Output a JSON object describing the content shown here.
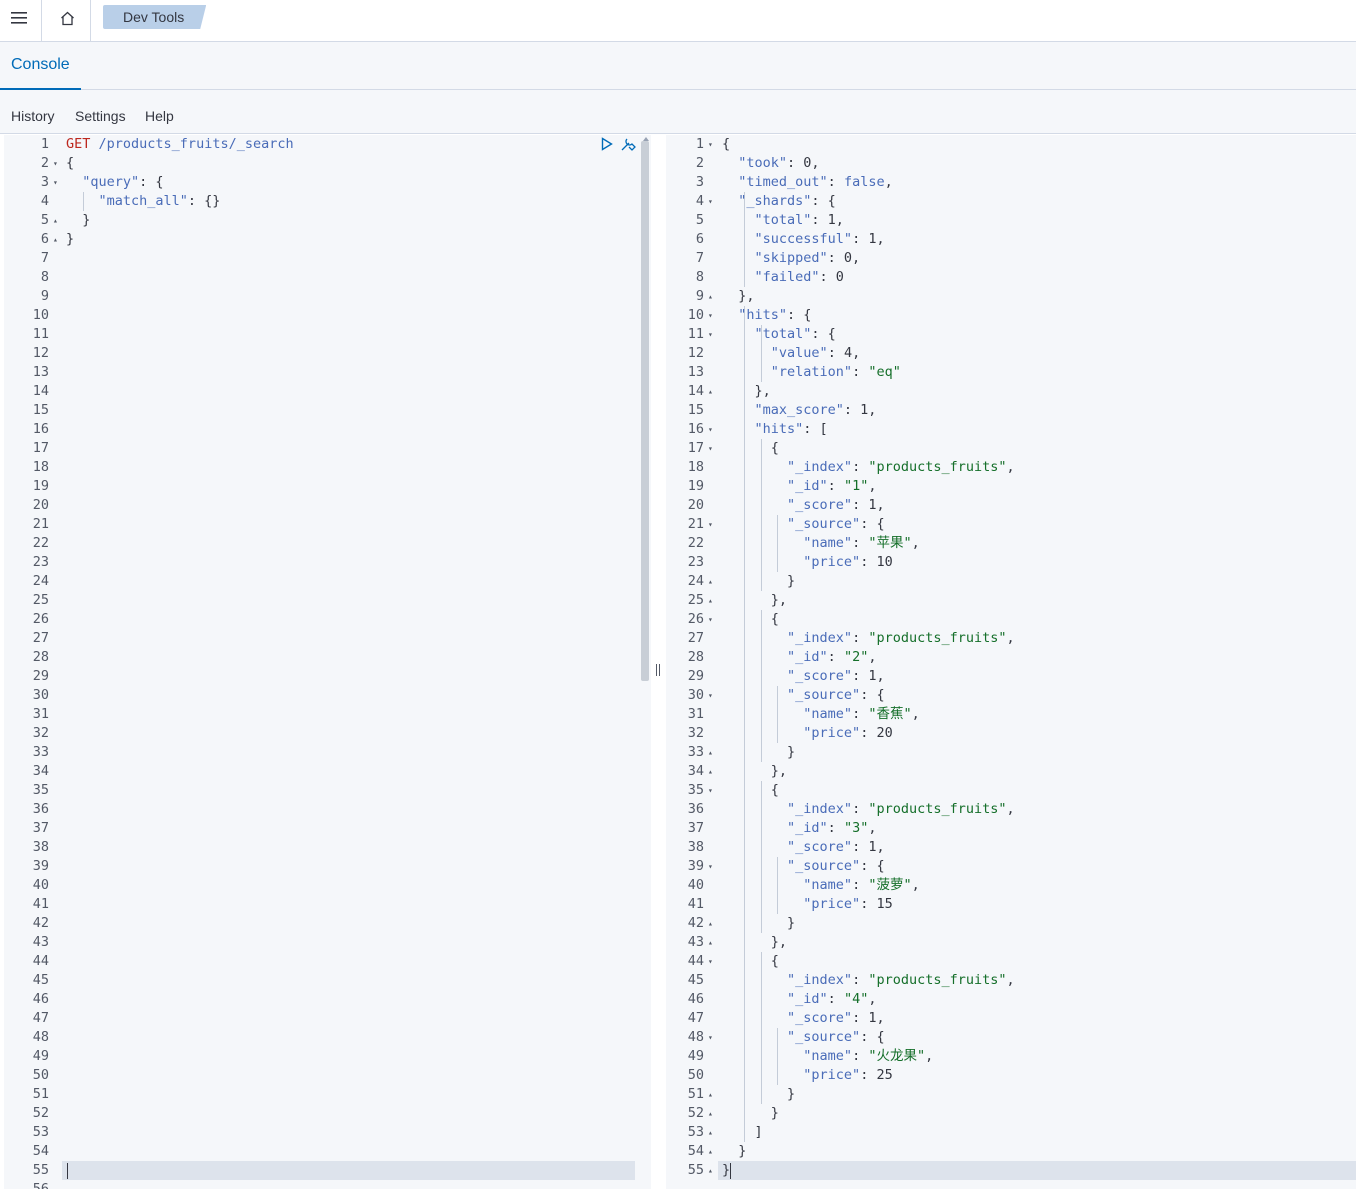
{
  "header": {
    "breadcrumb": "Dev Tools"
  },
  "tabs": [
    {
      "label": "Console"
    }
  ],
  "menu": {
    "history": "History",
    "settings": "Settings",
    "help": "Help"
  },
  "request": {
    "method": "GET",
    "path": "/products_fruits/_search",
    "line_count": 56,
    "lines": [
      [
        {
          "t": "kw",
          "v": "GET"
        },
        {
          "t": "n",
          "v": " "
        },
        {
          "t": "path",
          "v": "/products_fruits/_search"
        }
      ],
      [
        {
          "t": "n",
          "v": "{"
        }
      ],
      [
        {
          "t": "n",
          "v": "  "
        },
        {
          "t": "k",
          "v": "\"query\""
        },
        {
          "t": "n",
          "v": ": {"
        }
      ],
      [
        {
          "t": "n",
          "v": "    "
        },
        {
          "t": "k",
          "v": "\"match_all\""
        },
        {
          "t": "n",
          "v": ": {}"
        }
      ],
      [
        {
          "t": "n",
          "v": "  }"
        }
      ],
      [
        {
          "t": "n",
          "v": "}"
        }
      ]
    ],
    "folds": {
      "2": "down",
      "3": "down",
      "5": "up",
      "6": "up"
    },
    "active_line": 55
  },
  "response": {
    "line_count": 55,
    "lines": [
      [
        {
          "t": "n",
          "v": "{"
        }
      ],
      [
        {
          "t": "n",
          "v": "  "
        },
        {
          "t": "k",
          "v": "\"took\""
        },
        {
          "t": "n",
          "v": ": 0,"
        }
      ],
      [
        {
          "t": "n",
          "v": "  "
        },
        {
          "t": "k",
          "v": "\"timed_out\""
        },
        {
          "t": "n",
          "v": ": "
        },
        {
          "t": "k",
          "v": "false"
        },
        {
          "t": "n",
          "v": ","
        }
      ],
      [
        {
          "t": "n",
          "v": "  "
        },
        {
          "t": "k",
          "v": "\"_shards\""
        },
        {
          "t": "n",
          "v": ": {"
        }
      ],
      [
        {
          "t": "n",
          "v": "    "
        },
        {
          "t": "k",
          "v": "\"total\""
        },
        {
          "t": "n",
          "v": ": 1,"
        }
      ],
      [
        {
          "t": "n",
          "v": "    "
        },
        {
          "t": "k",
          "v": "\"successful\""
        },
        {
          "t": "n",
          "v": ": 1,"
        }
      ],
      [
        {
          "t": "n",
          "v": "    "
        },
        {
          "t": "k",
          "v": "\"skipped\""
        },
        {
          "t": "n",
          "v": ": 0,"
        }
      ],
      [
        {
          "t": "n",
          "v": "    "
        },
        {
          "t": "k",
          "v": "\"failed\""
        },
        {
          "t": "n",
          "v": ": 0"
        }
      ],
      [
        {
          "t": "n",
          "v": "  },"
        }
      ],
      [
        {
          "t": "n",
          "v": "  "
        },
        {
          "t": "k",
          "v": "\"hits\""
        },
        {
          "t": "n",
          "v": ": {"
        }
      ],
      [
        {
          "t": "n",
          "v": "    "
        },
        {
          "t": "k",
          "v": "\"total\""
        },
        {
          "t": "n",
          "v": ": {"
        }
      ],
      [
        {
          "t": "n",
          "v": "      "
        },
        {
          "t": "k",
          "v": "\"value\""
        },
        {
          "t": "n",
          "v": ": 4,"
        }
      ],
      [
        {
          "t": "n",
          "v": "      "
        },
        {
          "t": "k",
          "v": "\"relation\""
        },
        {
          "t": "n",
          "v": ": "
        },
        {
          "t": "s",
          "v": "\"eq\""
        }
      ],
      [
        {
          "t": "n",
          "v": "    },"
        }
      ],
      [
        {
          "t": "n",
          "v": "    "
        },
        {
          "t": "k",
          "v": "\"max_score\""
        },
        {
          "t": "n",
          "v": ": 1,"
        }
      ],
      [
        {
          "t": "n",
          "v": "    "
        },
        {
          "t": "k",
          "v": "\"hits\""
        },
        {
          "t": "n",
          "v": ": ["
        }
      ],
      [
        {
          "t": "n",
          "v": "      {"
        }
      ],
      [
        {
          "t": "n",
          "v": "        "
        },
        {
          "t": "k",
          "v": "\"_index\""
        },
        {
          "t": "n",
          "v": ": "
        },
        {
          "t": "s",
          "v": "\"products_fruits\""
        },
        {
          "t": "n",
          "v": ","
        }
      ],
      [
        {
          "t": "n",
          "v": "        "
        },
        {
          "t": "k",
          "v": "\"_id\""
        },
        {
          "t": "n",
          "v": ": "
        },
        {
          "t": "s",
          "v": "\"1\""
        },
        {
          "t": "n",
          "v": ","
        }
      ],
      [
        {
          "t": "n",
          "v": "        "
        },
        {
          "t": "k",
          "v": "\"_score\""
        },
        {
          "t": "n",
          "v": ": 1,"
        }
      ],
      [
        {
          "t": "n",
          "v": "        "
        },
        {
          "t": "k",
          "v": "\"_source\""
        },
        {
          "t": "n",
          "v": ": {"
        }
      ],
      [
        {
          "t": "n",
          "v": "          "
        },
        {
          "t": "k",
          "v": "\"name\""
        },
        {
          "t": "n",
          "v": ": "
        },
        {
          "t": "s",
          "v": "\"苹果\""
        },
        {
          "t": "n",
          "v": ","
        }
      ],
      [
        {
          "t": "n",
          "v": "          "
        },
        {
          "t": "k",
          "v": "\"price\""
        },
        {
          "t": "n",
          "v": ": 10"
        }
      ],
      [
        {
          "t": "n",
          "v": "        }"
        }
      ],
      [
        {
          "t": "n",
          "v": "      },"
        }
      ],
      [
        {
          "t": "n",
          "v": "      {"
        }
      ],
      [
        {
          "t": "n",
          "v": "        "
        },
        {
          "t": "k",
          "v": "\"_index\""
        },
        {
          "t": "n",
          "v": ": "
        },
        {
          "t": "s",
          "v": "\"products_fruits\""
        },
        {
          "t": "n",
          "v": ","
        }
      ],
      [
        {
          "t": "n",
          "v": "        "
        },
        {
          "t": "k",
          "v": "\"_id\""
        },
        {
          "t": "n",
          "v": ": "
        },
        {
          "t": "s",
          "v": "\"2\""
        },
        {
          "t": "n",
          "v": ","
        }
      ],
      [
        {
          "t": "n",
          "v": "        "
        },
        {
          "t": "k",
          "v": "\"_score\""
        },
        {
          "t": "n",
          "v": ": 1,"
        }
      ],
      [
        {
          "t": "n",
          "v": "        "
        },
        {
          "t": "k",
          "v": "\"_source\""
        },
        {
          "t": "n",
          "v": ": {"
        }
      ],
      [
        {
          "t": "n",
          "v": "          "
        },
        {
          "t": "k",
          "v": "\"name\""
        },
        {
          "t": "n",
          "v": ": "
        },
        {
          "t": "s",
          "v": "\"香蕉\""
        },
        {
          "t": "n",
          "v": ","
        }
      ],
      [
        {
          "t": "n",
          "v": "          "
        },
        {
          "t": "k",
          "v": "\"price\""
        },
        {
          "t": "n",
          "v": ": 20"
        }
      ],
      [
        {
          "t": "n",
          "v": "        }"
        }
      ],
      [
        {
          "t": "n",
          "v": "      },"
        }
      ],
      [
        {
          "t": "n",
          "v": "      {"
        }
      ],
      [
        {
          "t": "n",
          "v": "        "
        },
        {
          "t": "k",
          "v": "\"_index\""
        },
        {
          "t": "n",
          "v": ": "
        },
        {
          "t": "s",
          "v": "\"products_fruits\""
        },
        {
          "t": "n",
          "v": ","
        }
      ],
      [
        {
          "t": "n",
          "v": "        "
        },
        {
          "t": "k",
          "v": "\"_id\""
        },
        {
          "t": "n",
          "v": ": "
        },
        {
          "t": "s",
          "v": "\"3\""
        },
        {
          "t": "n",
          "v": ","
        }
      ],
      [
        {
          "t": "n",
          "v": "        "
        },
        {
          "t": "k",
          "v": "\"_score\""
        },
        {
          "t": "n",
          "v": ": 1,"
        }
      ],
      [
        {
          "t": "n",
          "v": "        "
        },
        {
          "t": "k",
          "v": "\"_source\""
        },
        {
          "t": "n",
          "v": ": {"
        }
      ],
      [
        {
          "t": "n",
          "v": "          "
        },
        {
          "t": "k",
          "v": "\"name\""
        },
        {
          "t": "n",
          "v": ": "
        },
        {
          "t": "s",
          "v": "\"菠萝\""
        },
        {
          "t": "n",
          "v": ","
        }
      ],
      [
        {
          "t": "n",
          "v": "          "
        },
        {
          "t": "k",
          "v": "\"price\""
        },
        {
          "t": "n",
          "v": ": 15"
        }
      ],
      [
        {
          "t": "n",
          "v": "        }"
        }
      ],
      [
        {
          "t": "n",
          "v": "      },"
        }
      ],
      [
        {
          "t": "n",
          "v": "      {"
        }
      ],
      [
        {
          "t": "n",
          "v": "        "
        },
        {
          "t": "k",
          "v": "\"_index\""
        },
        {
          "t": "n",
          "v": ": "
        },
        {
          "t": "s",
          "v": "\"products_fruits\""
        },
        {
          "t": "n",
          "v": ","
        }
      ],
      [
        {
          "t": "n",
          "v": "        "
        },
        {
          "t": "k",
          "v": "\"_id\""
        },
        {
          "t": "n",
          "v": ": "
        },
        {
          "t": "s",
          "v": "\"4\""
        },
        {
          "t": "n",
          "v": ","
        }
      ],
      [
        {
          "t": "n",
          "v": "        "
        },
        {
          "t": "k",
          "v": "\"_score\""
        },
        {
          "t": "n",
          "v": ": 1,"
        }
      ],
      [
        {
          "t": "n",
          "v": "        "
        },
        {
          "t": "k",
          "v": "\"_source\""
        },
        {
          "t": "n",
          "v": ": {"
        }
      ],
      [
        {
          "t": "n",
          "v": "          "
        },
        {
          "t": "k",
          "v": "\"name\""
        },
        {
          "t": "n",
          "v": ": "
        },
        {
          "t": "s",
          "v": "\"火龙果\""
        },
        {
          "t": "n",
          "v": ","
        }
      ],
      [
        {
          "t": "n",
          "v": "          "
        },
        {
          "t": "k",
          "v": "\"price\""
        },
        {
          "t": "n",
          "v": ": 25"
        }
      ],
      [
        {
          "t": "n",
          "v": "        }"
        }
      ],
      [
        {
          "t": "n",
          "v": "      }"
        }
      ],
      [
        {
          "t": "n",
          "v": "    ]"
        }
      ],
      [
        {
          "t": "n",
          "v": "  }"
        }
      ],
      [
        {
          "t": "n",
          "v": "}"
        }
      ]
    ],
    "folds": {
      "1": "down",
      "4": "down",
      "9": "up",
      "10": "down",
      "11": "down",
      "14": "up",
      "16": "down",
      "17": "down",
      "21": "down",
      "24": "up",
      "25": "up",
      "26": "down",
      "30": "down",
      "33": "up",
      "34": "up",
      "35": "down",
      "39": "down",
      "42": "up",
      "43": "up",
      "44": "down",
      "48": "down",
      "51": "up",
      "52": "up",
      "53": "up",
      "54": "up",
      "55": "up"
    },
    "active_line": 55
  },
  "colors": {
    "accent": "#006bb8",
    "key": "#4a6cb8",
    "string": "#156f2a",
    "method": "#bd271e",
    "active_row": "#dde3ec"
  },
  "icons": {
    "menu": "hamburger-icon",
    "home": "home-icon",
    "run": "play-icon",
    "settings": "wrench-icon",
    "resize": "drag-handle-icon"
  }
}
